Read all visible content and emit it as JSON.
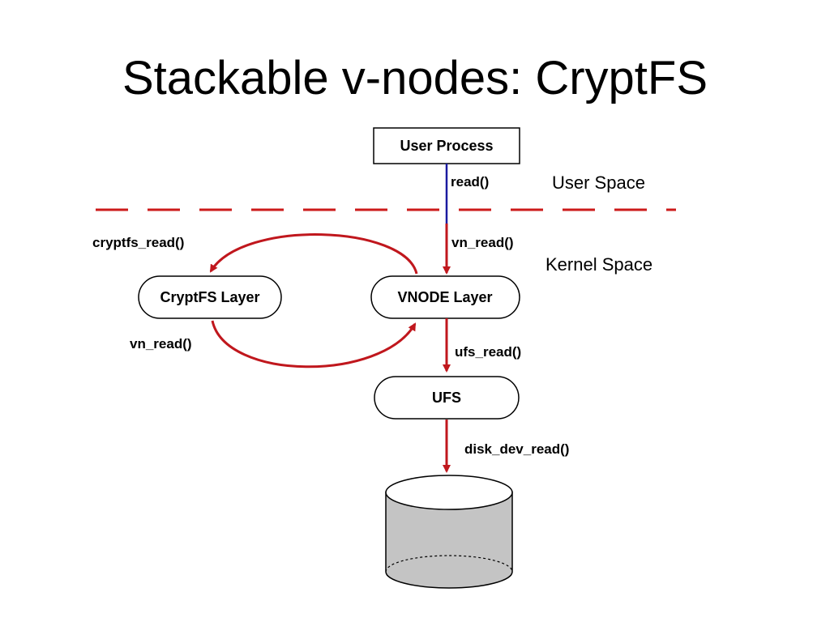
{
  "title": "Stackable v-nodes: CryptFS",
  "diagram": {
    "nodes": {
      "user_process": "User Process",
      "cryptfs_layer": "CryptFS Layer",
      "vnode_layer": "VNODE Layer",
      "ufs": "UFS"
    },
    "regions": {
      "user_space": "User Space",
      "kernel_space": "Kernel Space"
    },
    "calls": {
      "read": "read()",
      "vn_read_top": "vn_read()",
      "cryptfs_read": "cryptfs_read()",
      "vn_read_loop": "vn_read()",
      "ufs_read": "ufs_read()",
      "disk_dev_read": "disk_dev_read()"
    },
    "colors": {
      "arrow": "#c0171d",
      "user_line": "#1a1aa0",
      "boundary": "#cc1a1a",
      "disk_fill": "#c4c4c4"
    }
  }
}
